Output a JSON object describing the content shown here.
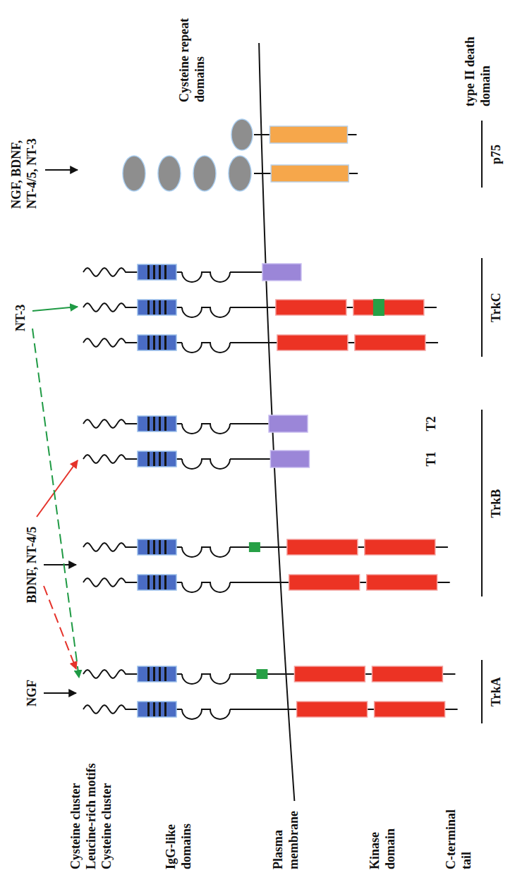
{
  "diagram": {
    "labels": [
      "NGF",
      "BDNF, NT-4/5",
      "NT-3",
      "NGF, BDNF, NT-4/5, NT-3",
      "Cysteine repeat domains",
      "type II death domain",
      "Cysteine cluster",
      "Leucine-rich motifs",
      "Cysteine cluster",
      "IgG-like domains",
      "Plasma membrane",
      "Kinase domain",
      "C-terminal tail",
      "T1",
      "T2",
      "TrkA",
      "TrkB",
      "TrkC",
      "p75"
    ]
  }
}
